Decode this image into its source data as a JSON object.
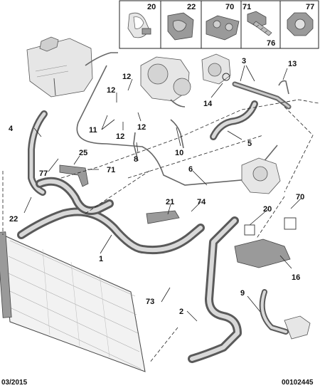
{
  "footer": {
    "date": "03/2015",
    "ref": "00102445"
  },
  "legend": {
    "items": [
      {
        "number": "20",
        "icon": "hose-clip-icon"
      },
      {
        "number": "22",
        "icon": "clip-bracket-icon"
      },
      {
        "number": "70",
        "icon": "twin-hose-clip-icon"
      },
      {
        "number": "71",
        "icon": "bolt-icon"
      },
      {
        "number": "76",
        "icon": "bolt-icon"
      },
      {
        "number": "77",
        "icon": "nut-icon"
      }
    ]
  },
  "callouts": {
    "c1": "1",
    "c2": "2",
    "c3": "3",
    "c4": "4",
    "c5": "5",
    "c6": "6",
    "c8": "8",
    "c9": "9",
    "c10": "10",
    "c11": "11",
    "c12a": "12",
    "c12b": "12",
    "c12c": "12",
    "c12d": "12",
    "c13": "13",
    "c14": "14",
    "c16": "16",
    "c20": "20",
    "c21": "21",
    "c22": "22",
    "c25": "25",
    "c70": "70",
    "c71": "71",
    "c73": "73",
    "c74": "74",
    "c77": "77"
  },
  "colors": {
    "line": "#222222",
    "hose": "#5a5a5a",
    "highlight": "#d9d9d9"
  }
}
